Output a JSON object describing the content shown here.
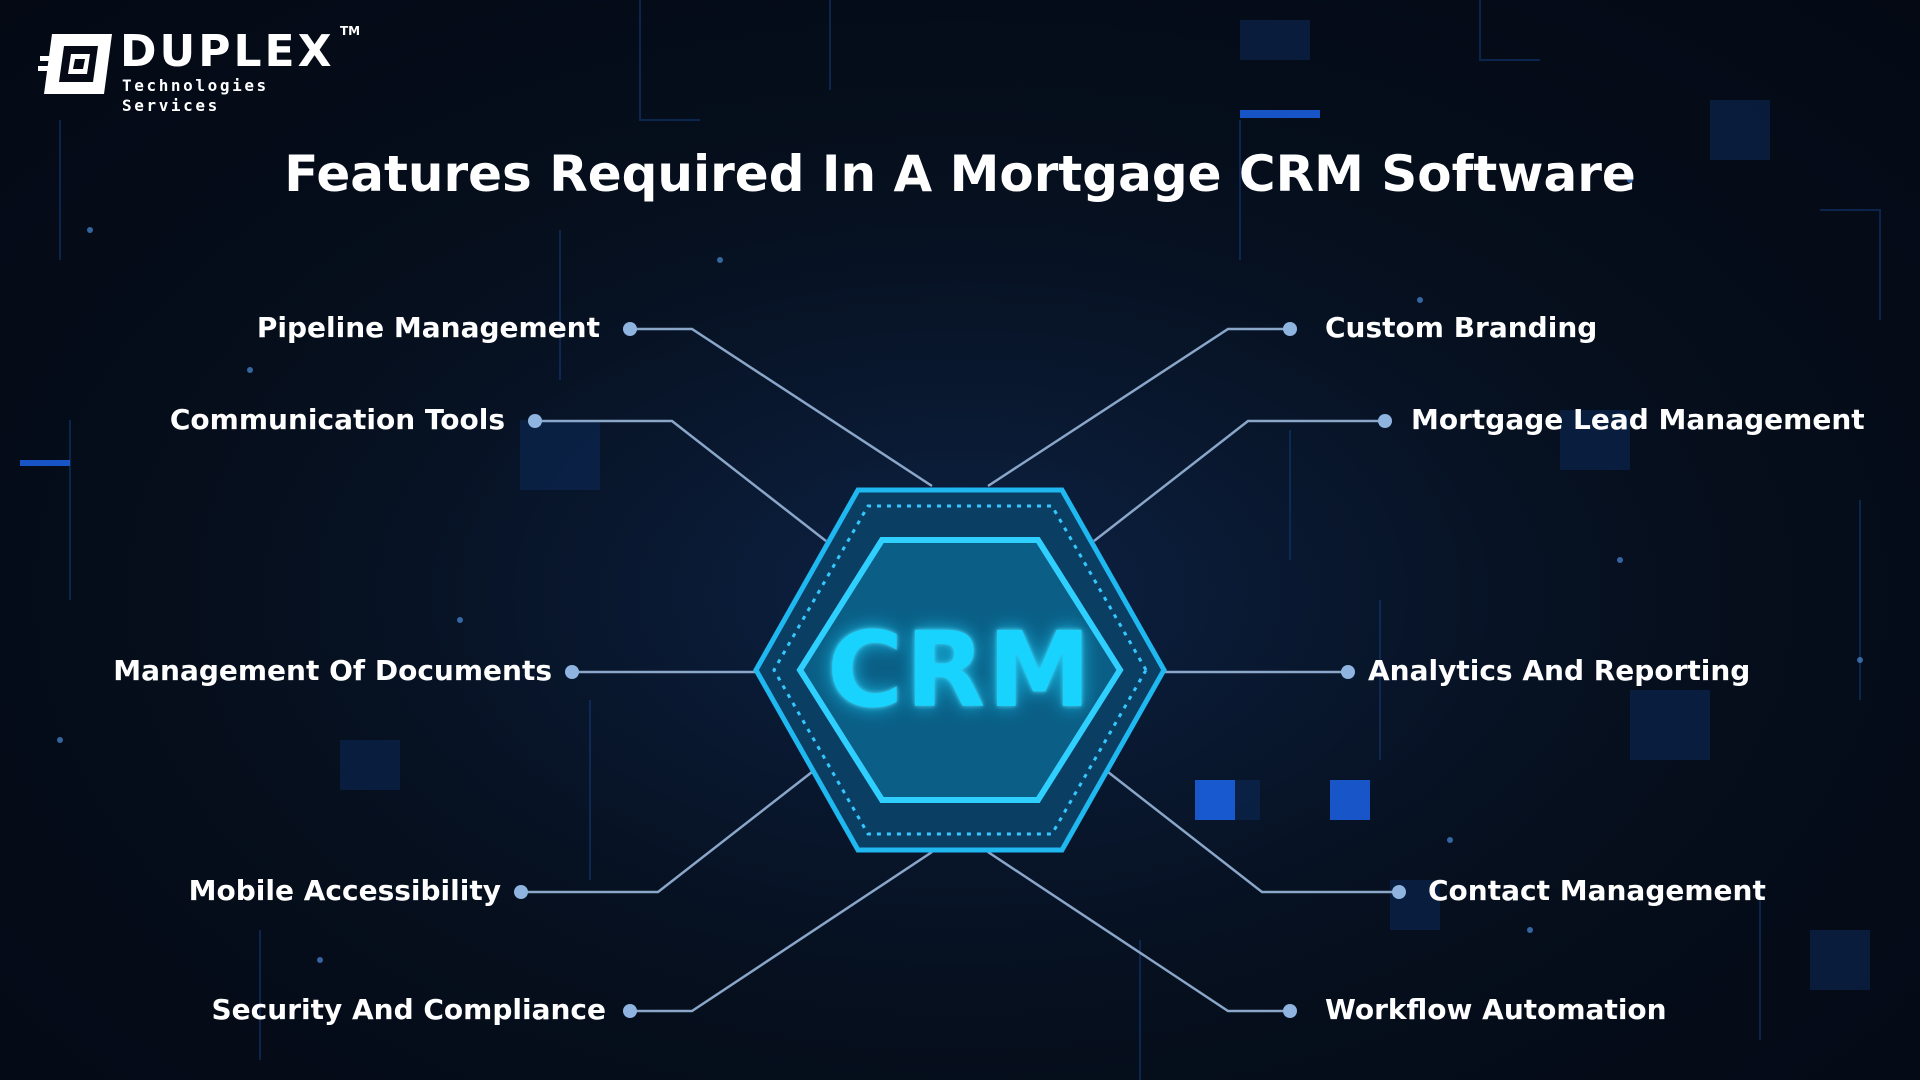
{
  "brand": {
    "name": "DUPLEX",
    "tm": "TM",
    "tagline": "Technologies Services"
  },
  "title": "Features Required In A Mortgage CRM Software",
  "hub": {
    "label": "CRM"
  },
  "features": {
    "left": [
      {
        "label": "Pipeline Management"
      },
      {
        "label": "Communication Tools"
      },
      {
        "label": "Management Of Documents"
      },
      {
        "label": "Mobile Accessibility"
      },
      {
        "label": "Security And Compliance"
      }
    ],
    "right": [
      {
        "label": "Custom Branding"
      },
      {
        "label": "Mortgage Lead Management"
      },
      {
        "label": "Analytics And Reporting"
      },
      {
        "label": "Contact Management"
      },
      {
        "label": "Workflow Automation"
      }
    ]
  },
  "colors": {
    "background": "#050a16",
    "accent": "#19d3ff",
    "hex_border": "#1fb8f0",
    "hex_fill": "#0b5f86",
    "connector": "#8aa6c8",
    "text": "#ffffff"
  }
}
